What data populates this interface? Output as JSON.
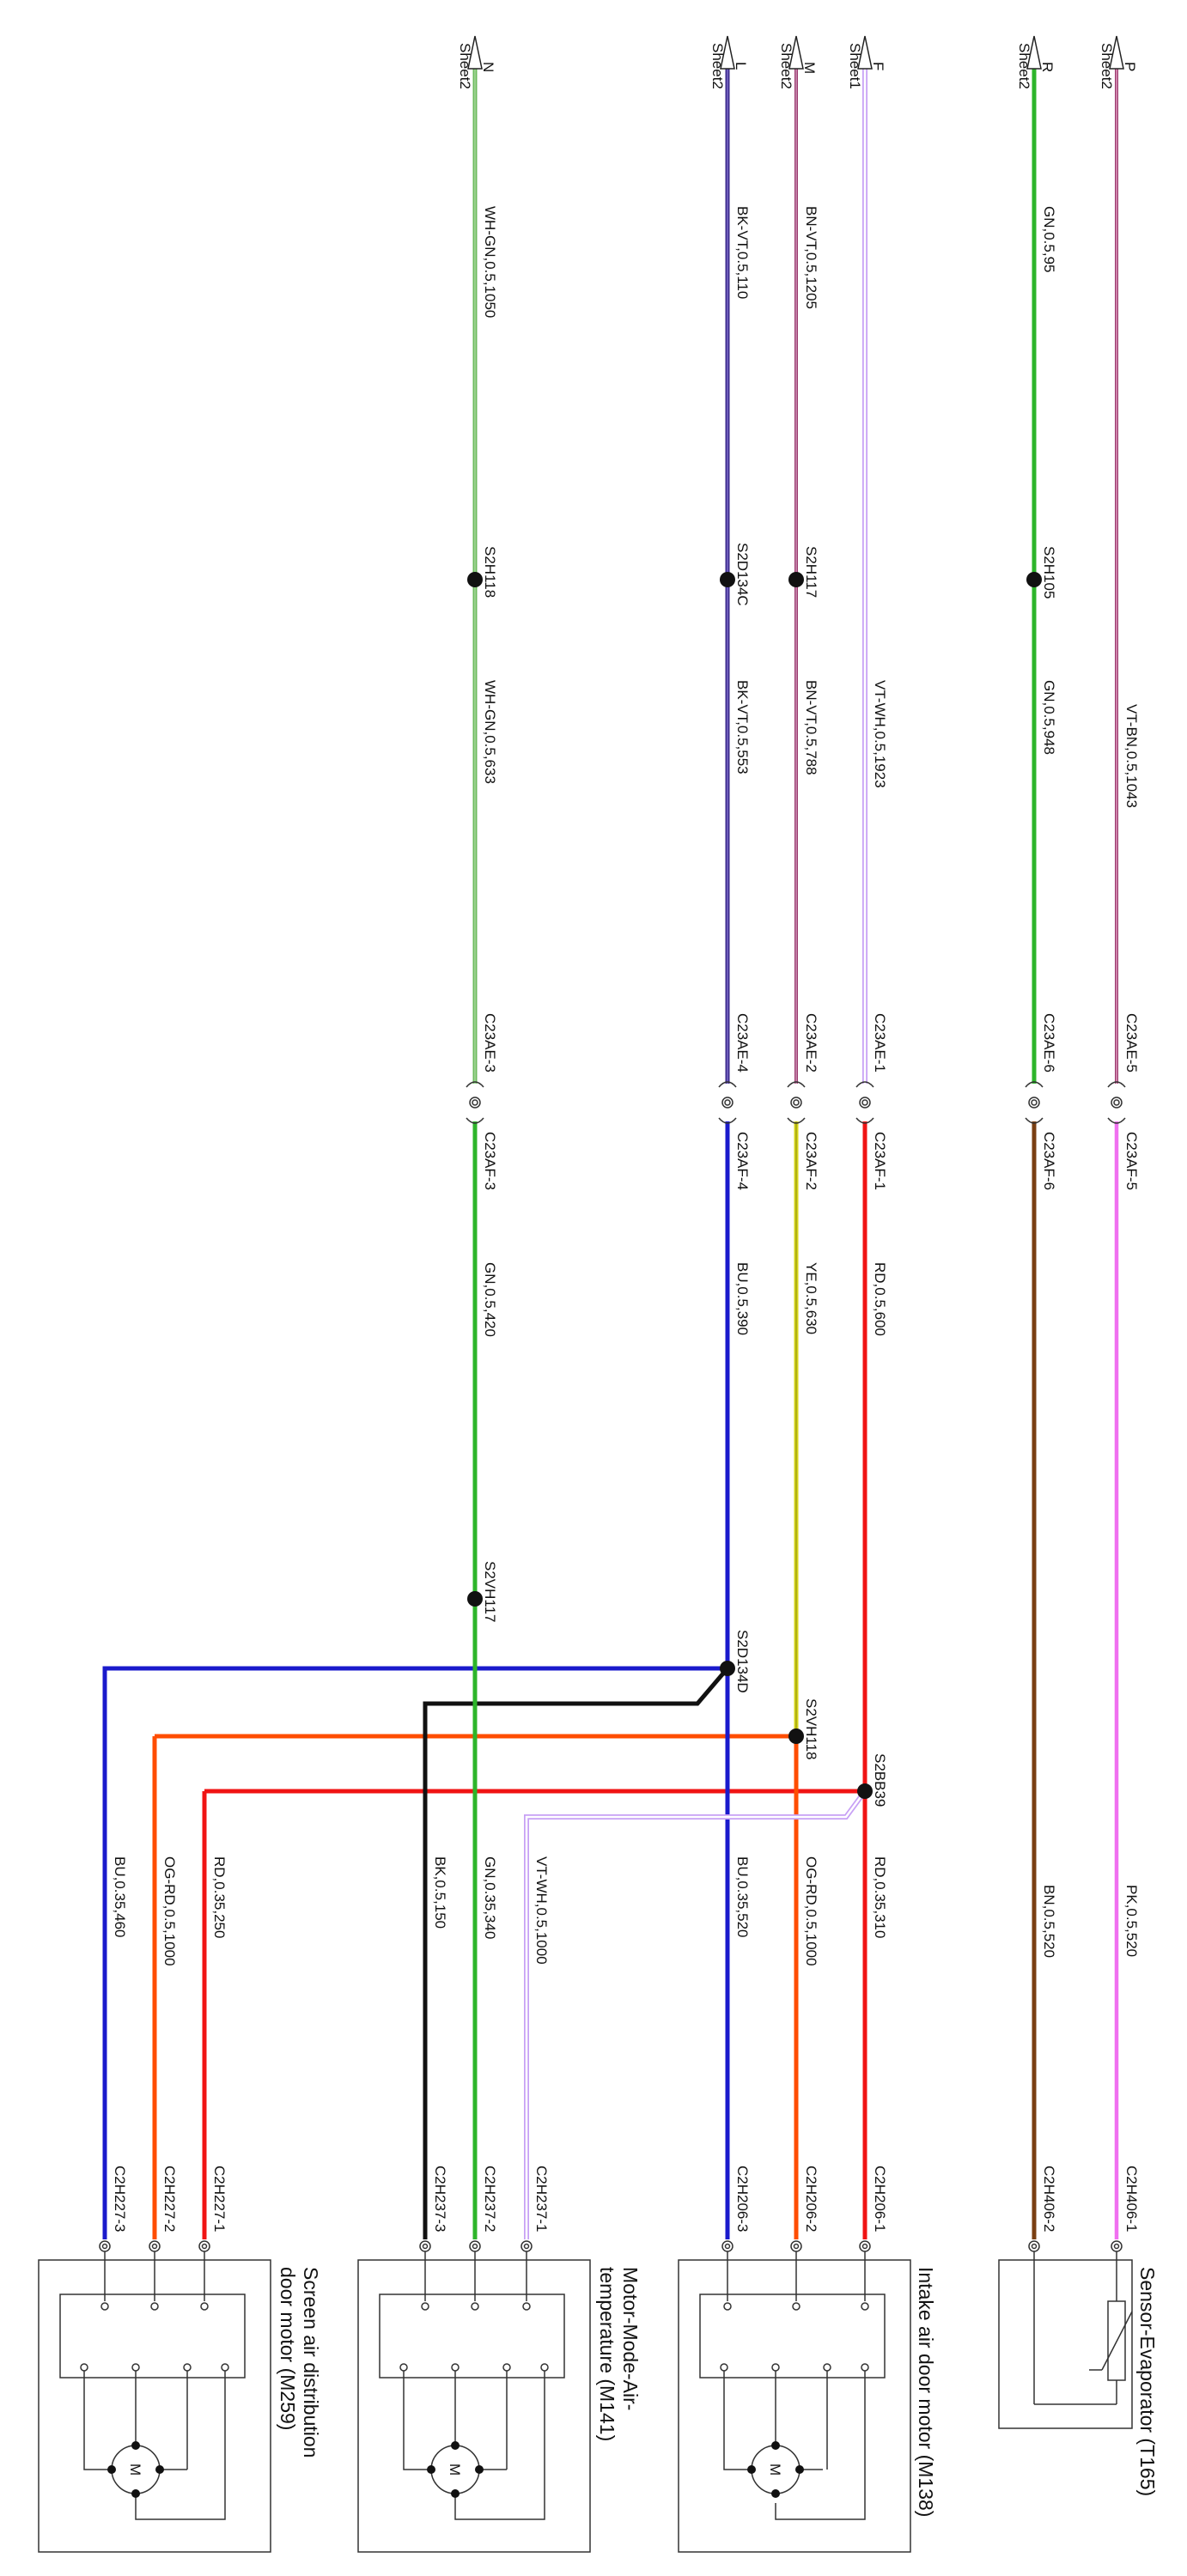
{
  "colors": {
    "green": "#2db52a",
    "light_green": "#6dbb5e",
    "blue": "#1a1acc",
    "red": "#f01414",
    "orange": "#ff4d00",
    "yellow": "#d6d61a",
    "black": "#111111",
    "brown": "#7a3f12",
    "pink": "#f070f0",
    "violet": "#c7a0f5",
    "bn_vt": "#9b3b6f",
    "bk_vt": "#3b2a8c",
    "vt_bn": "#9b3b6f"
  },
  "sheet_refs": [
    {
      "letter": "P",
      "sheet": "Sheet2"
    },
    {
      "letter": "R",
      "sheet": "Sheet2"
    },
    {
      "letter": "F",
      "sheet": "Sheet1"
    },
    {
      "letter": "M",
      "sheet": "Sheet2"
    },
    {
      "letter": "L",
      "sheet": "Sheet2"
    },
    {
      "letter": "N",
      "sheet": "Sheet2"
    }
  ],
  "wire_labels_top": {
    "p1": "VT-BN,0.5,1043",
    "r1": "GN,0.5,95",
    "r2": "GN,0.5,948",
    "f1": "VT-WH,0.5,1923",
    "m1": "BN-VT,0.5,1205",
    "m2": "BN-VT,0.5,788",
    "l1": "BK-VT,0.5,110",
    "l2": "BK-VT,0.5,553",
    "n1": "WH-GN,0.5,1050",
    "n2": "WH-GN,0.5,633"
  },
  "splices": {
    "s2h105": "S2H105",
    "s2h117": "S2H117",
    "s2d134c": "S2D134C",
    "s2h118": "S2H118",
    "s2vh117": "S2VH117",
    "s2d134d": "S2D134D",
    "s2vh118": "S2VH118",
    "s2bb39": "S2BB39"
  },
  "inline_connectors": {
    "p": {
      "left": "C23AE-5",
      "right": "C23AF-5"
    },
    "r": {
      "left": "C23AE-6",
      "right": "C23AF-6"
    },
    "f": {
      "left": "C23AE-1",
      "right": "C23AF-1"
    },
    "m": {
      "left": "C23AE-2",
      "right": "C23AF-2"
    },
    "l": {
      "left": "C23AE-4",
      "right": "C23AF-4"
    },
    "n": {
      "left": "C23AE-3",
      "right": "C23AF-3"
    }
  },
  "wire_labels_mid": {
    "rd600": "RD,0.5,600",
    "ye630": "YE,0.5,630",
    "bu390": "BU,0.5,390",
    "gn420": "GN,0.5,420"
  },
  "wire_labels_bottom": {
    "pk520": "PK,0.5,520",
    "bn520": "BN,0.5,520",
    "rd310": "RD,0.35,310",
    "ogrd1000a": "OG-RD,0.5,1000",
    "bu520": "BU,0.35,520",
    "vtwh1000": "VT-WH,0.5,1000",
    "gn340": "GN,0.35,340",
    "bk150": "BK,0.5,150",
    "rd250": "RD,0.35,250",
    "ogrd1000b": "OG-RD,0.5,1000",
    "bu460": "BU,0.35,460"
  },
  "pins": {
    "c2h406_1": "C2H406-1",
    "c2h406_2": "C2H406-2",
    "c2h206_1": "C2H206-1",
    "c2h206_2": "C2H206-2",
    "c2h206_3": "C2H206-3",
    "c2h237_1": "C2H237-1",
    "c2h237_2": "C2H237-2",
    "c2h237_3": "C2H237-3",
    "c2h227_1": "C2H227-1",
    "c2h227_2": "C2H227-2",
    "c2h227_3": "C2H227-3"
  },
  "components": {
    "sensor": "Sensor-Evaporator (T165)",
    "intake": "Intake air door motor (M138)",
    "mode_line1": "Motor-Mode-Air-",
    "mode_line2": "temperature (M141)",
    "screen_line1": "Screen air distribution",
    "screen_line2": "door motor (M259)",
    "motor_symbol": "M"
  }
}
